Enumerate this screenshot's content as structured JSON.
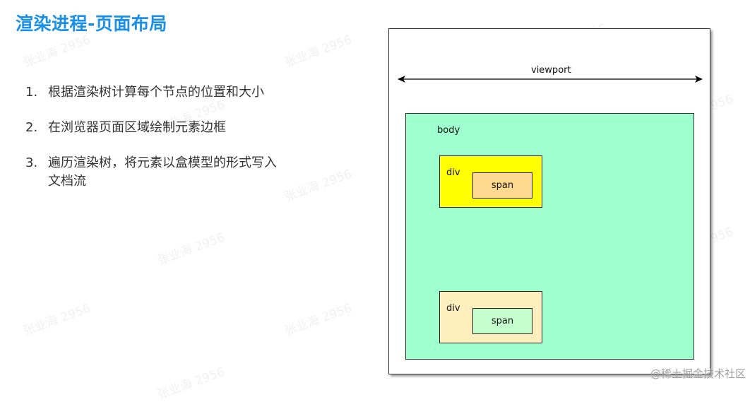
{
  "title": "渲染进程-页面布局",
  "steps": [
    {
      "num": "1.",
      "text": "根据渲染树计算每个节点的位置和大小"
    },
    {
      "num": "2.",
      "text": "在浏览器页面区域绘制元素边框"
    },
    {
      "num": "3.",
      "text": "遍历渲染树，将元素以盒模型的形式写入文档流"
    }
  ],
  "diagram": {
    "viewport_label": "viewport",
    "body_label": "body",
    "div1_label": "div",
    "div1_span_label": "span",
    "div2_label": "div",
    "div2_span_label": "span",
    "colors": {
      "body": "#9fffcf",
      "div1": "#ffff00",
      "span1": "#ffd98f",
      "div2": "#ffefbf",
      "span2": "#c6ffce"
    }
  },
  "watermark": "张业海 2956",
  "credit": "@稀土掘金技术社区"
}
